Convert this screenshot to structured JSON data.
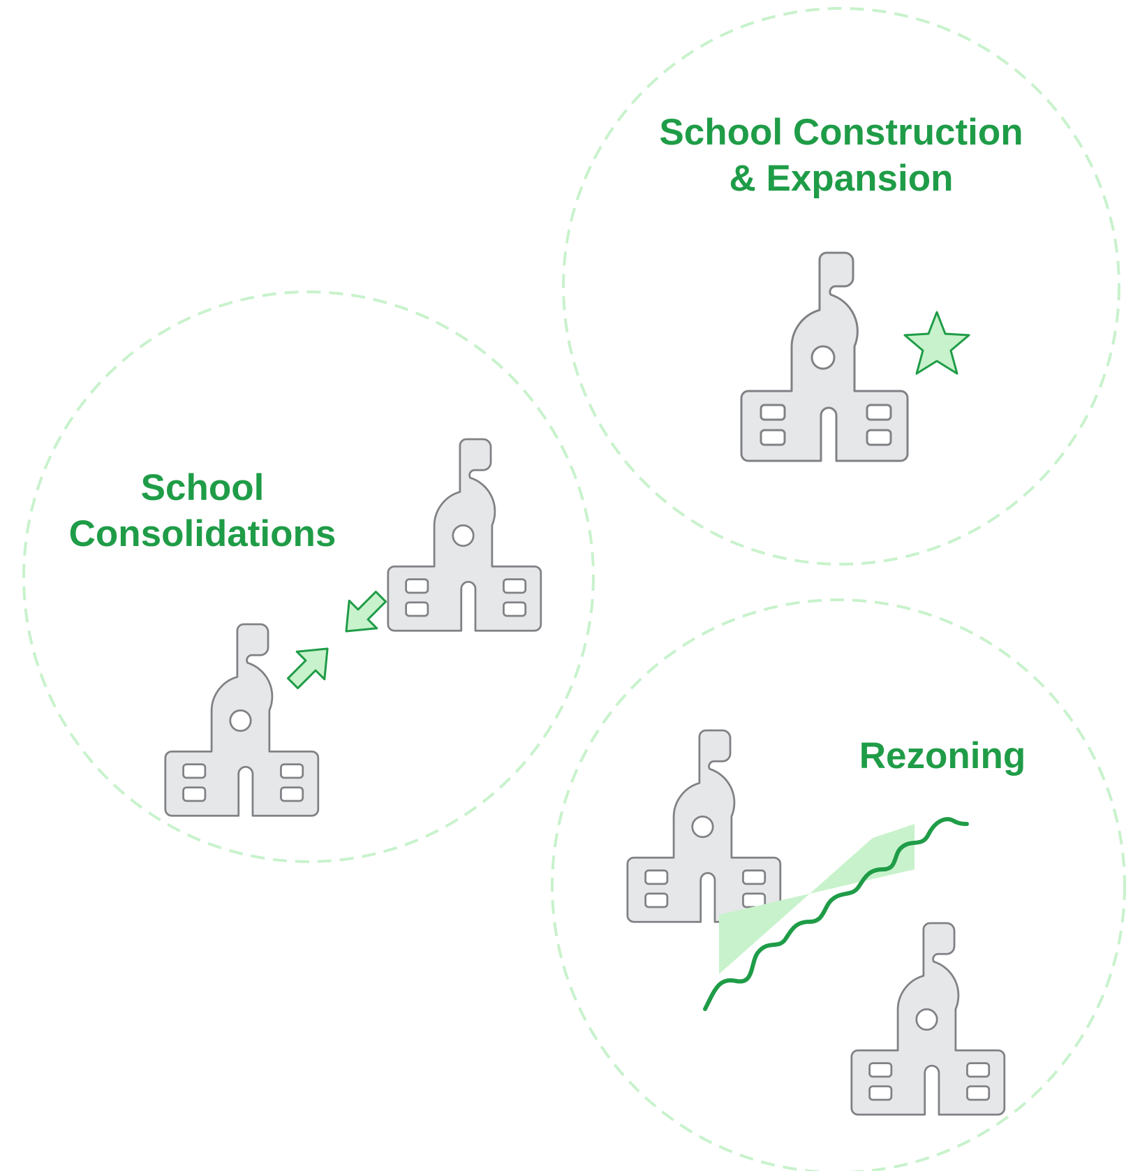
{
  "colors": {
    "accent_green": "#1f9c47",
    "light_green_fill": "#c8f2cc",
    "dashed_circle": "#c8f2cc",
    "building_fill": "#e6e7e9",
    "building_stroke": "#808184"
  },
  "sections": {
    "construction": {
      "title_line1": "School Construction",
      "title_line2": "& Expansion",
      "icons": [
        "school-building-icon",
        "star-icon"
      ]
    },
    "consolidations": {
      "title_line1": "School",
      "title_line2": "Consolidations",
      "icons": [
        "school-building-icon",
        "school-building-icon",
        "arrow-inward-icon",
        "arrow-inward-icon"
      ]
    },
    "rezoning": {
      "title": "Rezoning",
      "icons": [
        "school-building-icon",
        "school-building-icon",
        "boundary-line-icon"
      ]
    }
  }
}
